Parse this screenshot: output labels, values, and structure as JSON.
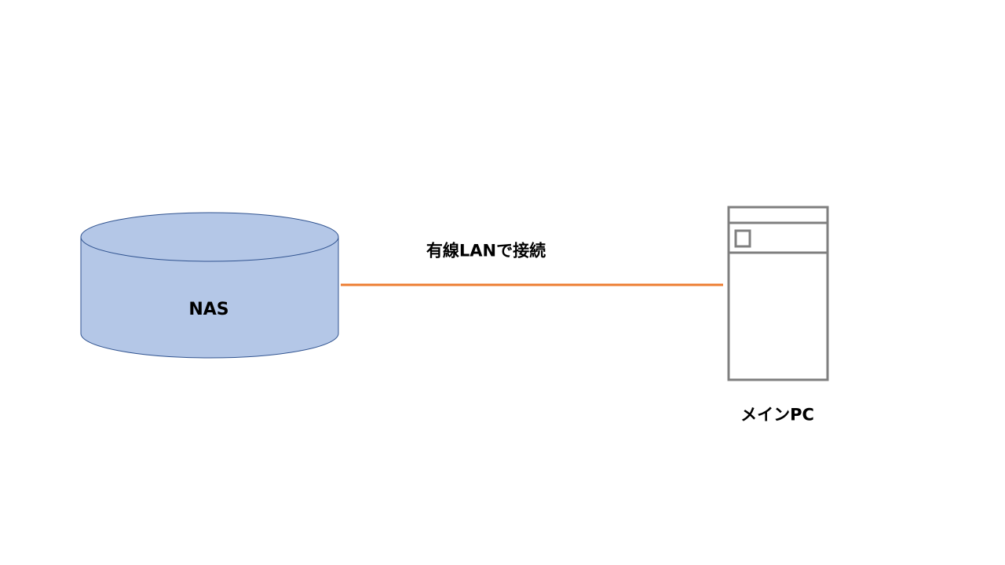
{
  "nas": {
    "label": "NAS",
    "fill_color": "#B4C7E7",
    "stroke_color": "#2F528F"
  },
  "connection": {
    "label": "有線LANで接続",
    "line_color": "#ED7D31"
  },
  "pc": {
    "label": "メインPC",
    "frame_color": "#7F7F7F",
    "fill_color": "#FFFFFF"
  }
}
